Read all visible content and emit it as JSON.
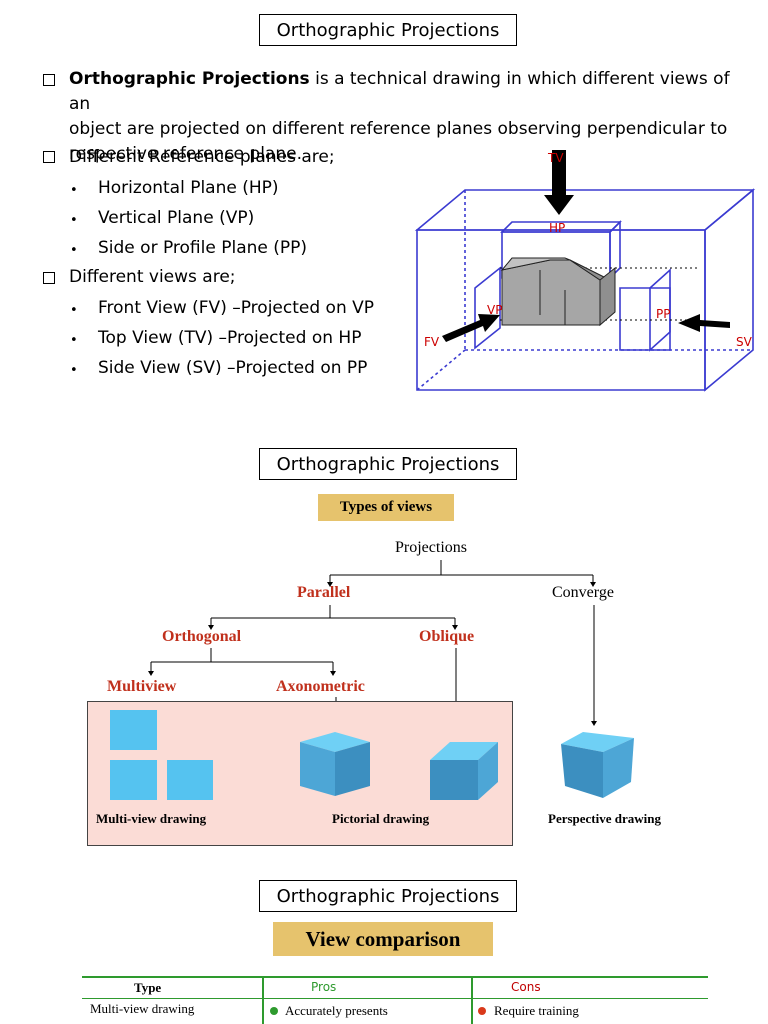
{
  "slide1": {
    "title": "Orthographic Projections",
    "para_bold": "Orthographic Projections",
    "para_rest_1": " is a technical drawing in which different views of an",
    "para_line2": "object are projected on different reference planes observing perpendicular to",
    "para_line3": "respective reference plane.",
    "planes_heading": "Different Reference planes are;",
    "planes": [
      "Horizontal Plane (HP)",
      "Vertical Plane (VP)",
      "Side or Profile Plane (PP)"
    ],
    "views_heading": "Different views are;",
    "views": [
      "Front View (FV) –Projected on VP",
      "Top View (TV) –Projected on HP",
      "Side View (SV) –Projected on PP"
    ],
    "diagram": {
      "tv": "TV",
      "hp": "HP",
      "vp": "VP",
      "pp": "PP",
      "fv": "FV",
      "sv": "SV"
    }
  },
  "slide2": {
    "title": "Orthographic Projections",
    "tag": "Types of views",
    "tree": {
      "root": "Projections",
      "parallel": "Parallel",
      "converge": "Converge",
      "orthogonal": "Orthogonal",
      "oblique": "Oblique",
      "multiview": "Multiview",
      "axonometric": "Axonometric"
    },
    "captions": {
      "multi": "Multi-view drawing",
      "pictorial": "Pictorial drawing",
      "perspective": "Perspective drawing"
    }
  },
  "slide3": {
    "title": "Orthographic Projections",
    "tag": "View comparison",
    "table": {
      "headers": [
        "Type",
        "Pros",
        "Cons"
      ],
      "row": [
        "Multi-view drawing",
        "Accurately presents",
        "Require training"
      ]
    },
    "colors": {
      "green": "#2e9a2e",
      "red": "#d9391a",
      "header_green": "#2e9a2e",
      "header_red": "#c00000"
    }
  }
}
